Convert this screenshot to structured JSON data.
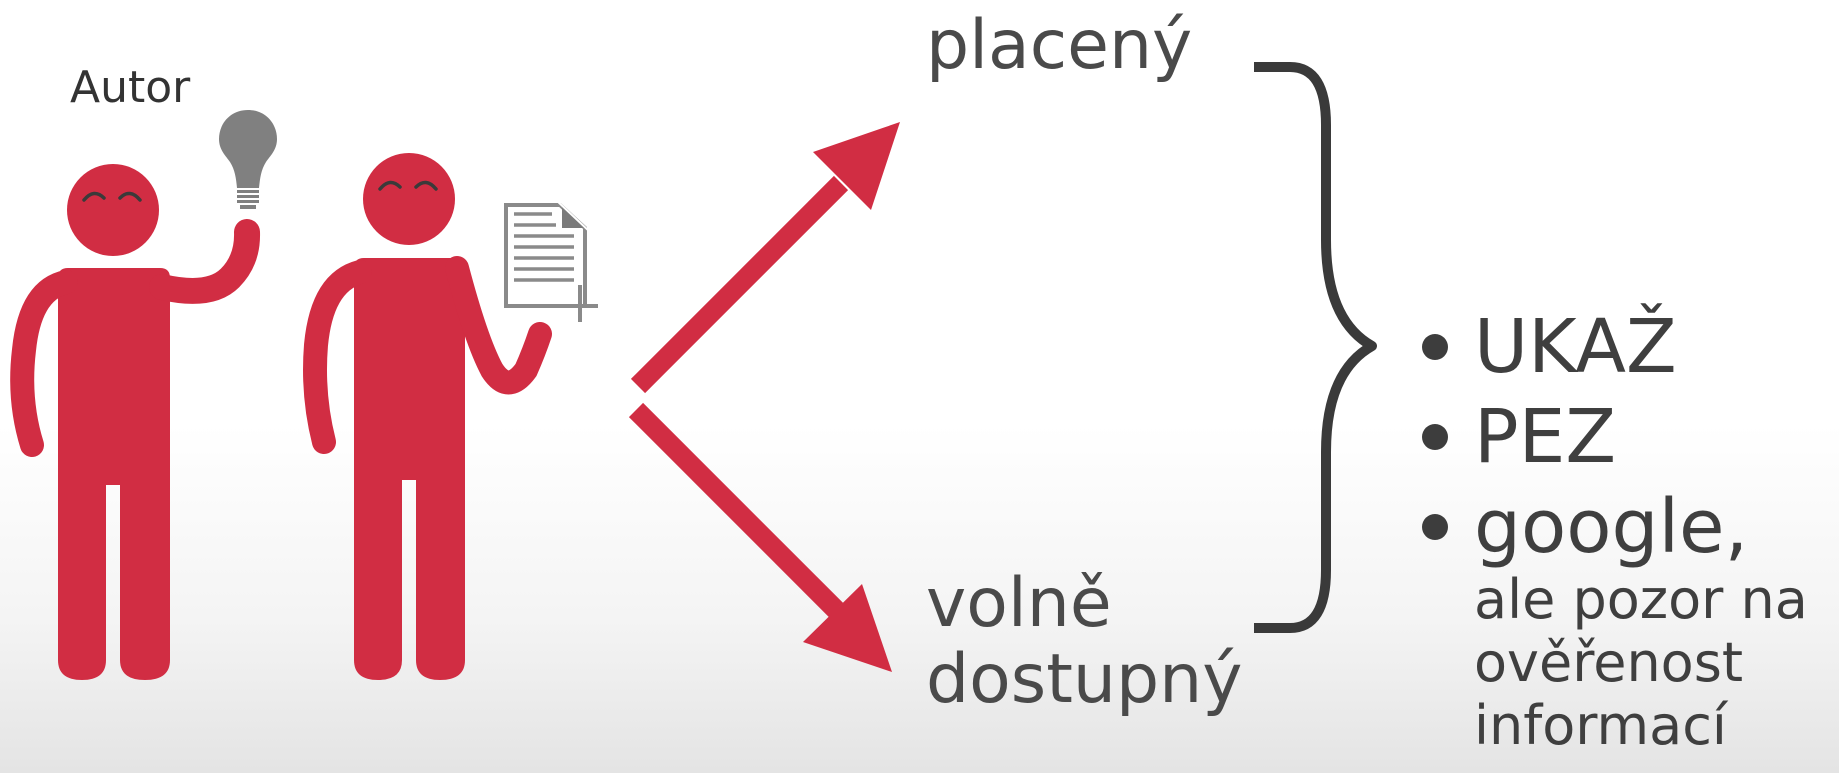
{
  "labels": {
    "author": "Autor",
    "paid": "placený",
    "free_line1": "volně",
    "free_line2": "dostupný"
  },
  "bullets": [
    {
      "text": "UKAŽ"
    },
    {
      "text": "PEZ"
    },
    {
      "text": "google,",
      "note_lines": [
        "ale pozor na",
        "ověřenost",
        "informací"
      ]
    }
  ],
  "colors": {
    "figure": "#d12d43",
    "arrow": "#d12d43",
    "brace": "#3a3a3a",
    "bulb": "#808080",
    "document": "#8a8a8a",
    "text": "#444444"
  },
  "icons": [
    "person-icon",
    "light-bulb-icon",
    "document-icon",
    "plus-icon",
    "arrow-icon",
    "curly-brace-icon"
  ]
}
